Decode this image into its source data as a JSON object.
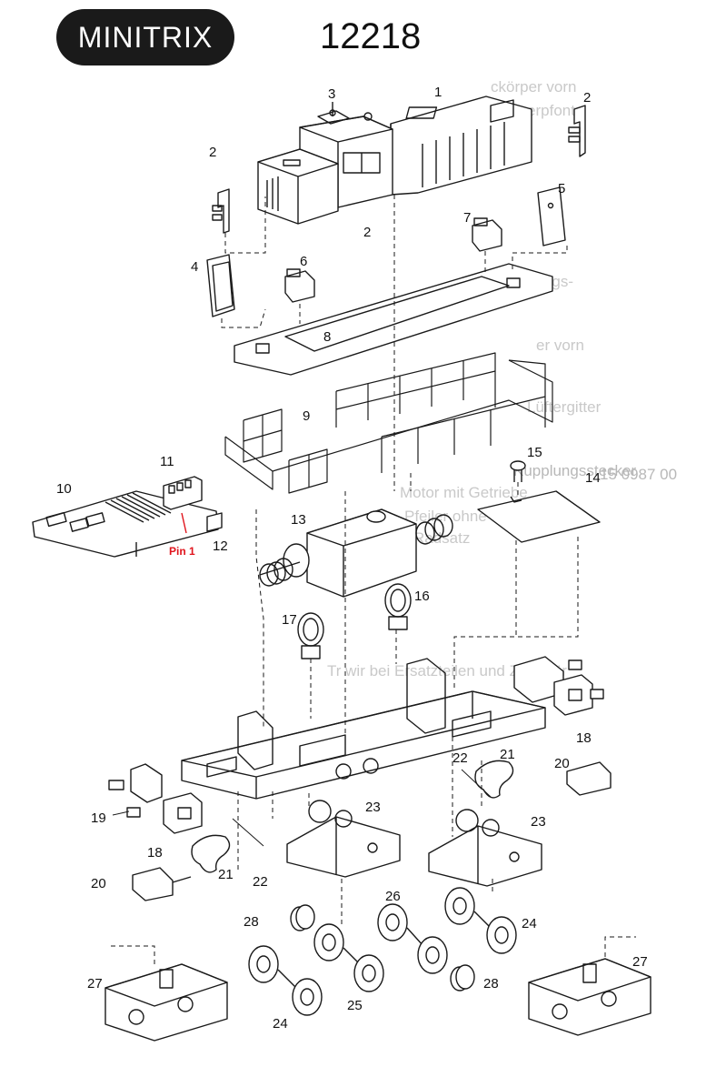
{
  "header": {
    "brand": "MINITRIX",
    "model": "12218"
  },
  "annotation": {
    "pin_label": "Pin 1",
    "color": "#e0141c"
  },
  "callouts": {
    "c1": "1",
    "c2a": "2",
    "c2b": "2",
    "c2c": "2",
    "c3": "3",
    "c4": "4",
    "c5": "5",
    "c6": "6",
    "c7": "7",
    "c8": "8",
    "c9": "9",
    "c10": "10",
    "c11": "11",
    "c12": "12",
    "c13": "13",
    "c14": "14",
    "c15": "15",
    "c16": "16",
    "c17": "17",
    "c18a": "18",
    "c18b": "18",
    "c19": "19",
    "c20a": "20",
    "c20b": "20",
    "c21a": "21",
    "c21b": "21",
    "c22a": "22",
    "c22b": "22",
    "c23a": "23",
    "c23b": "23",
    "c24a": "24",
    "c24b": "24",
    "c25": "25",
    "c26": "26",
    "c27a": "27",
    "c27b": "27",
    "c28a": "28",
    "c28b": "28"
  },
  "bleed_text": [
    "ckörper vorn",
    "Rammerpfont",
    "Kupplungs-",
    "er vorn",
    "Kupplungsstecker",
    "Motor mit Getriebe",
    "15 0987 00",
    "Pfeiler ohne Getriebe",
    "Radsatz",
    "Tr wir bei Ersatzteilen und Zubehör",
    "Lüftergitter"
  ]
}
